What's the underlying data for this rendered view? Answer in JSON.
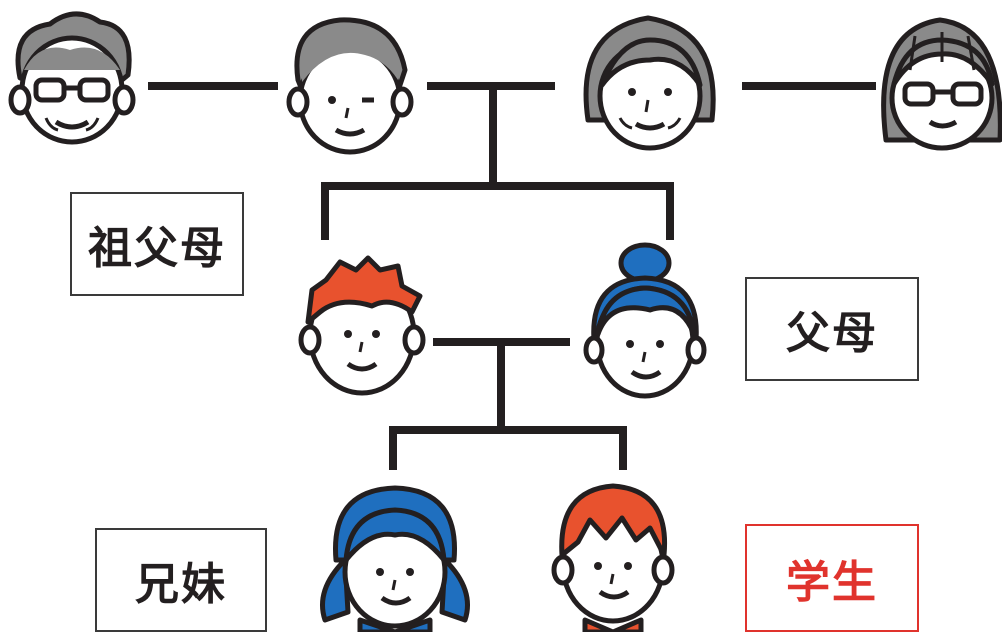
{
  "labels": {
    "grandparents": "祖父母",
    "parents": "父母",
    "siblings": "兄妹",
    "student": "学生"
  },
  "colors": {
    "line": "#231f20",
    "skin": "#ffffff",
    "gray_hair": "#8a8a8a",
    "red_hair": "#e8522e",
    "blue_hair": "#1f6fbf",
    "highlight": "#e0332d"
  },
  "figures": [
    {
      "name": "grandfather-1",
      "hair": "gray",
      "glasses": true
    },
    {
      "name": "grandfather-2",
      "hair": "gray",
      "glasses": false
    },
    {
      "name": "grandmother-1",
      "hair": "gray",
      "glasses": false
    },
    {
      "name": "grandmother-2",
      "hair": "gray",
      "glasses": true
    },
    {
      "name": "father",
      "hair": "red",
      "glasses": false
    },
    {
      "name": "mother",
      "hair": "blue",
      "glasses": false
    },
    {
      "name": "sister",
      "hair": "blue",
      "glasses": false
    },
    {
      "name": "student-boy",
      "hair": "red",
      "glasses": false
    }
  ]
}
